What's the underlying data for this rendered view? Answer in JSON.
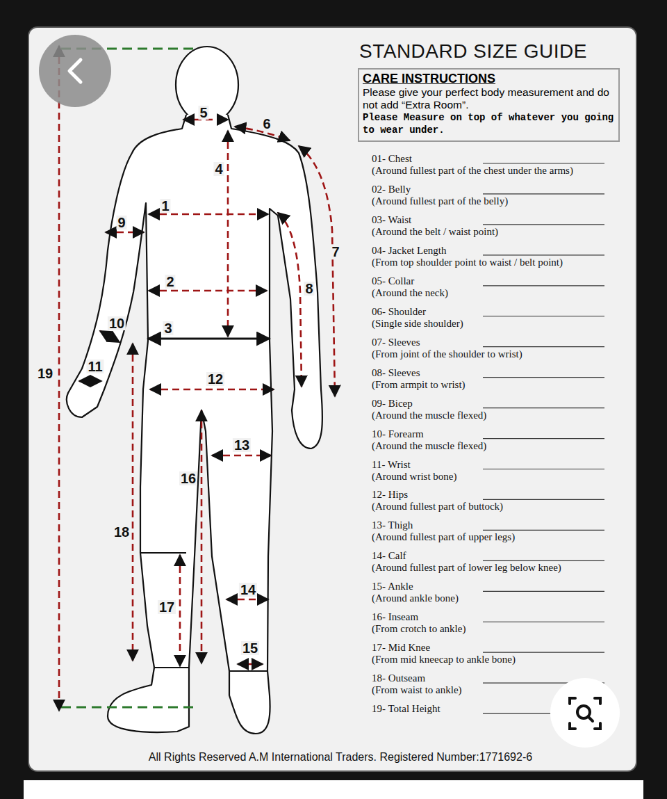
{
  "diagram": {
    "title": "STANDARD SIZE GUIDE",
    "nodes": [
      {
        "text": [
          "CARE INSTRUCTIONS",
          "Please give your perfect body measurement and do not add “Extra Room”.",
          "Please Measure on top of whatever you going to wear under."
        ]
      }
    ],
    "labels": [
      "01- Chest",
      "(Around fullest part of the chest under the arms)",
      "02- Belly",
      "(Around fullest part of the belly)",
      "03- Waist",
      "(Around the belt / waist point)",
      "04- Jacket Length",
      "(From top shoulder point to waist / belt point)",
      "05- Collar",
      "(Around the neck)",
      "06- Shoulder",
      "(Single side shoulder)",
      "07- Sleeves",
      "(From joint of the shoulder to wrist)",
      "08- Sleeves",
      "(From armpit to wrist)",
      "09- Bicep",
      "(Around the muscle flexed)",
      "10- Forearm",
      "(Around the muscle flexed)",
      "11- Wrist",
      "(Around wrist bone)",
      "12- Hips",
      "(Around fullest part of buttock)",
      "13- Thigh",
      "(Around fullest part of upper legs)",
      "14- Calf",
      "(Around fullest part of lower leg below knee)",
      "15- Ankle",
      "(Around ankle bone)",
      "16- Inseam",
      "(From crotch to ankle)",
      "17- Mid Knee",
      "(From mid kneecap to ankle bone)",
      "18- Outseam",
      "(From waist to ankle)",
      "19- Total Height",
      "",
      "1",
      "2",
      "3",
      "4",
      "5",
      "6",
      "7",
      "8",
      "9",
      "10",
      "11",
      "12",
      "13",
      "14",
      "15",
      "16",
      "17",
      "18",
      "19",
      "All Rights Reserved A.M International Traders. Registered Number:1771692-6"
    ]
  }
}
